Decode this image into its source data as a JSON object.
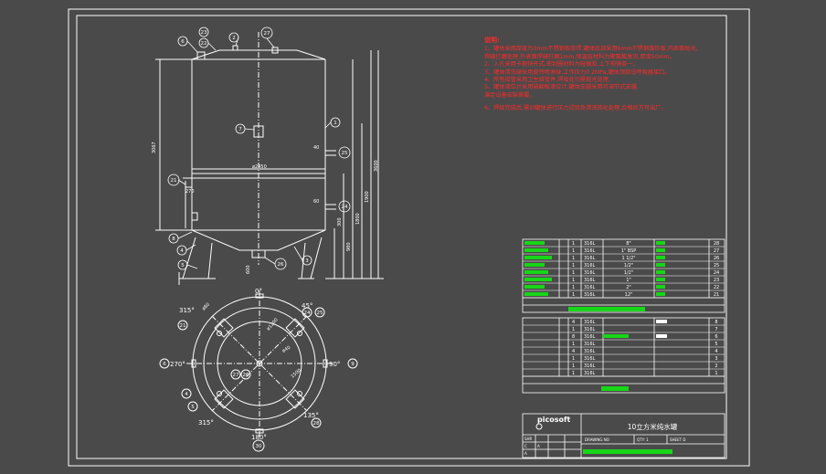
{
  "drawing": {
    "title": "10立方米纯水罐",
    "logo": "picosoft",
    "block_labels": [
      "SHR",
      "C",
      "A",
      "A"
    ],
    "block_fields": [
      "DRAWING NO",
      "QTY: 1",
      "SHEET D"
    ]
  },
  "notes": {
    "title": "说明:",
    "lines": [
      "1、罐体采用厚度为3mm不锈钢板卷焊,罐体底部采用6mm不锈钢锥形板,内表面抛光,",
      "   焊缝打磨处理,外表面焊缝打磨1mm,保温层材料为聚氨酯发泡,厚度50mm。",
      "2、入孔采用卡箍快开式,密封圈材料为硅橡胶,上下视镜各一。",
      "3、罐体清洗球采用旋转喷淋球,工作压力0.2MPa,罐体顶部设呼吸器接口。",
      "4、所有接管采用卫生级管件,焊接处均需抛光处理,",
      "5、罐体液位计采用磁翻板液位计,罐体支腿采用可调节式支腿,",
      "   满足设备安装需要。",
      "6、焊接完成后,需对罐体进行压力试验及清洗钝化处理,合格后方可出厂。"
    ]
  },
  "elevation_labels": {
    "dim_top": "3067",
    "dim_mid": "ø2450",
    "dim_height": "3600",
    "dim_leg": "1900",
    "dim_nozzle": "1800",
    "dim_bottom": "980",
    "dim_base": "600",
    "dim_side": "270",
    "dim_low": "300",
    "nozzle_lbl_a": "40",
    "nozzle_lbl_b": "60"
  },
  "balloons": {
    "top": [
      "6",
      "23",
      "22",
      "2",
      "27"
    ],
    "b1": "1",
    "b7": "7",
    "b25": "25",
    "b24": "24",
    "b21": "21",
    "b8": "8",
    "b4": "4",
    "b5": "5",
    "b26": "26",
    "b3": "3"
  },
  "plan_labels": {
    "angle_0": "0°",
    "angle_45": "45°",
    "angle_90": "90°",
    "angle_135": "135°",
    "angle_180": "180°",
    "angle_270": "270°",
    "angle_315a": "315°",
    "angle_315b": "315°",
    "dim_a": "ø80",
    "dim_b": "ø1200",
    "dim_c": "ø40",
    "dim_d": "1500",
    "b21": "21",
    "b24": "24",
    "b25": "25",
    "b6": "6",
    "b9": "9",
    "b4": "4",
    "b5": "5",
    "b27": "27",
    "b26": "26",
    "b28": "28",
    "b30": "30"
  },
  "parts_upper": {
    "rows": [
      {
        "qty": "1",
        "mat": "316L",
        "size": "8\"",
        "no": "28"
      },
      {
        "qty": "1",
        "mat": "316L",
        "size": "1\" BSP",
        "no": "27"
      },
      {
        "qty": "1",
        "mat": "316L",
        "size": "1 1/2\"",
        "no": "26"
      },
      {
        "qty": "1",
        "mat": "316L",
        "size": "1/2\"",
        "no": "25"
      },
      {
        "qty": "1",
        "mat": "316L",
        "size": "1/2\"",
        "no": "24"
      },
      {
        "qty": "1",
        "mat": "316L",
        "size": "1\"",
        "no": "23"
      },
      {
        "qty": "1",
        "mat": "316L",
        "size": "2\"",
        "no": "22"
      },
      {
        "qty": "1",
        "mat": "316L",
        "size": "12\"",
        "no": "21"
      }
    ]
  },
  "parts_lower": {
    "rows": [
      {
        "qty": "4",
        "mat": "316L",
        "no": "8"
      },
      {
        "qty": "1",
        "mat": "316L",
        "no": "7"
      },
      {
        "qty": "8",
        "mat": "316L",
        "no": "6"
      },
      {
        "qty": "1",
        "mat": "316L",
        "no": "5"
      },
      {
        "qty": "4",
        "mat": "316L",
        "no": "4"
      },
      {
        "qty": "1",
        "mat": "316L",
        "no": "3"
      },
      {
        "qty": "1",
        "mat": "316L",
        "no": "2"
      },
      {
        "qty": "1",
        "mat": "316L",
        "no": "1"
      }
    ]
  },
  "colors": {
    "background": "#4a4a4a",
    "line": "#ffffff",
    "note": "#ff2a2a",
    "highlight": "#17d617"
  }
}
